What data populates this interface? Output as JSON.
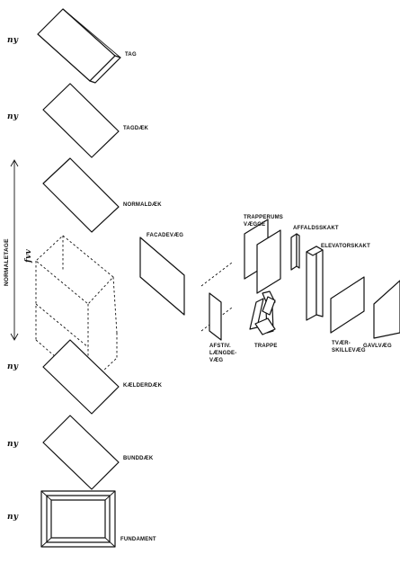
{
  "handwritten_marks": {
    "row1": "ny",
    "row2": "ny",
    "row3": "ny",
    "row4": "ny",
    "row5": "ny",
    "normaletage_mark": "fvv"
  },
  "side_label": "NORMALETAGE",
  "stack": {
    "tag": "TAG",
    "tagdaek": "TAGDÆK",
    "normaldaek": "NORMALDÆK",
    "kaelderdaek": "KÆLDERDÆK",
    "bunddaek": "BUNDDÆK",
    "fundament": "FUNDAMENT"
  },
  "parts": {
    "facadevaeg": "FACADEVÆG",
    "trapperums_line1": "TRAPPERUMS",
    "trapperums_line2": "VÆGGE",
    "affaldsskakt": "AFFALDSSKAKT",
    "elevatorskakt": "ELEVATORSKAKT",
    "afstiv_line1": "AFSTIV.",
    "afstiv_line2": "LÆNGDE-",
    "afstiv_line3": "VÆG",
    "trappe": "TRAPPE",
    "tvaer_line1": "TVÆR-",
    "tvaer_line2": "SKILLEVÆG",
    "gavlvaeg": "GAVLVÆG"
  }
}
